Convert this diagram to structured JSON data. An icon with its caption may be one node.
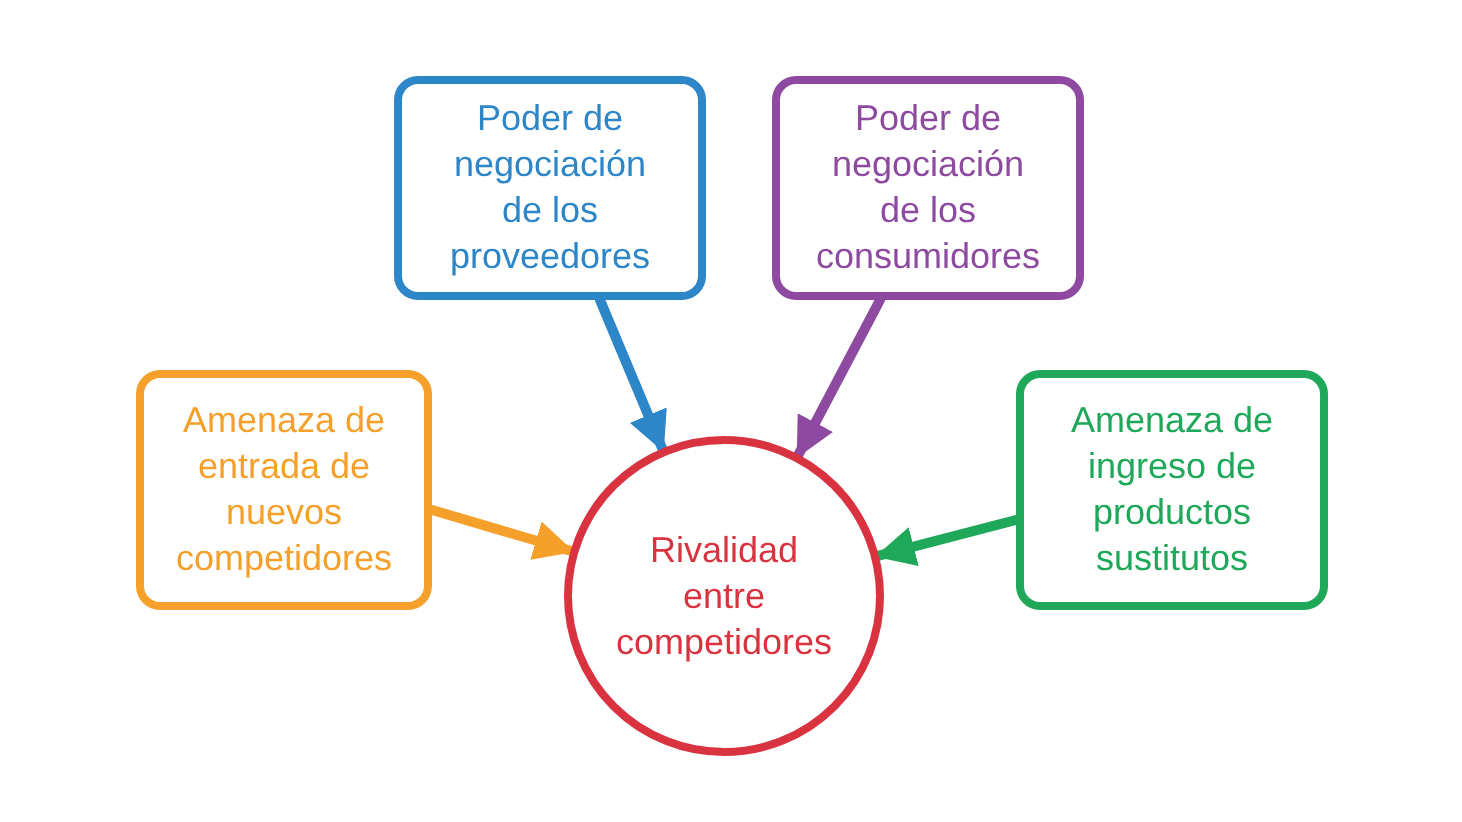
{
  "diagram": {
    "nodes": [
      {
        "text": [
          "Amenaza de entrada de nuevos competidores"
        ]
      },
      {
        "text": [
          "Poder de negociación de los proveedores"
        ]
      },
      {
        "text": [
          "Poder de negociación de los consumidores"
        ]
      },
      {
        "text": [
          "Amenaza de ingreso de productos sustitutos"
        ]
      },
      {
        "text": [
          "Rivalidad entre competidores"
        ]
      }
    ],
    "edges": [
      {
        "from": 0,
        "to": 4,
        "arrow": "to",
        "color": "#f5a02a"
      },
      {
        "from": 1,
        "to": 4,
        "arrow": "to",
        "color": "#2d86c8"
      },
      {
        "from": 2,
        "to": 4,
        "arrow": "to",
        "color": "#8e4aa0"
      },
      {
        "from": 3,
        "to": 4,
        "arrow": "to",
        "color": "#1fa85a"
      }
    ]
  }
}
